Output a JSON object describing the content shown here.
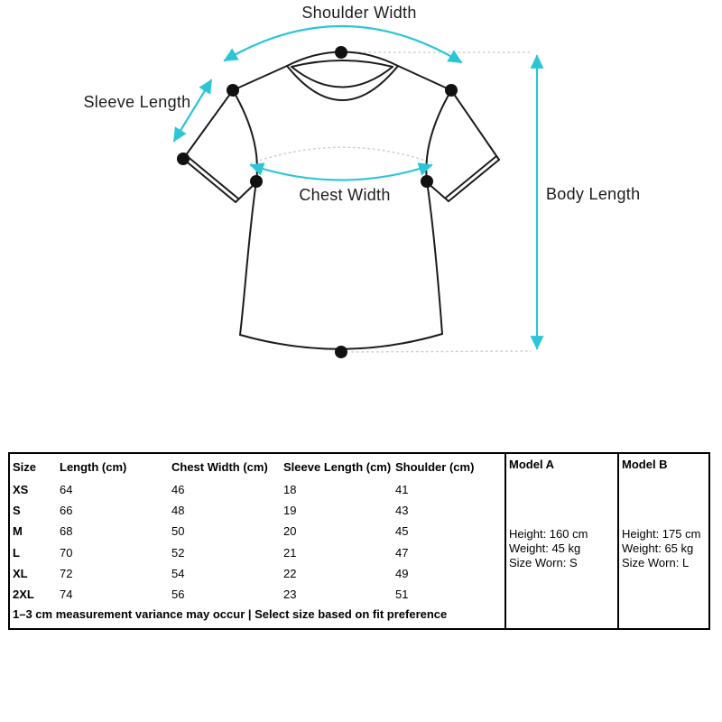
{
  "diagram": {
    "labels": {
      "shoulder_width": "Shoulder Width",
      "sleeve_length": "Sleeve Length",
      "chest_width": "Chest Width",
      "body_length": "Body Length"
    },
    "colors": {
      "arrow": "#2cc5d6",
      "outline": "#1c1c1c",
      "dot": "#111111",
      "guide": "#cfcfcf"
    }
  },
  "size_table": {
    "columns": [
      "Size",
      "Length (cm)",
      "Chest Width (cm)",
      "Sleeve Length (cm)",
      "Shoulder (cm)"
    ],
    "rows": [
      [
        "XS",
        "64",
        "46",
        "18",
        "41"
      ],
      [
        "S",
        "66",
        "48",
        "19",
        "43"
      ],
      [
        "M",
        "68",
        "50",
        "20",
        "45"
      ],
      [
        "L",
        "70",
        "52",
        "21",
        "47"
      ],
      [
        "XL",
        "72",
        "54",
        "22",
        "49"
      ],
      [
        "2XL",
        "74",
        "56",
        "23",
        "51"
      ]
    ],
    "note": "1–3 cm measurement variance may occur | Select size based on fit preference"
  },
  "models": [
    {
      "name": "Model A",
      "lines": [
        "Height: 160 cm",
        "Weight: 45 kg",
        "Size Worn: S"
      ]
    },
    {
      "name": "Model B",
      "lines": [
        "Height: 175 cm",
        "Weight: 65 kg",
        "Size Worn: L"
      ]
    }
  ]
}
